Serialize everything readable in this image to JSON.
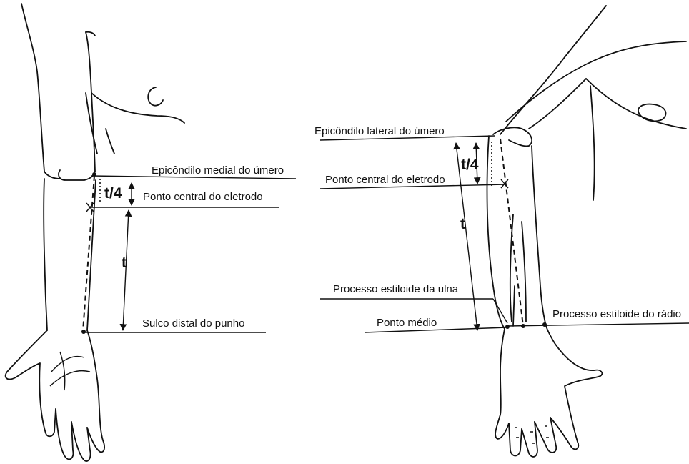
{
  "left_figure": {
    "labels": {
      "medial_epicondyle": "Epicôndilo medial do úmero",
      "electrode_center": "Ponto central do eletrodo",
      "wrist_crease": "Sulco distal do punho",
      "quarter_length": "t/4",
      "length": "t"
    }
  },
  "right_figure": {
    "labels": {
      "lateral_epicondyle": "Epicôndilo lateral do úmero",
      "electrode_center": "Ponto central do eletrodo",
      "ulna_styloid": "Processo estiloide da ulna",
      "midpoint": "Ponto médio",
      "radius_styloid": "Processo estiloide do rádio",
      "quarter_length": "t/4",
      "length": "t"
    }
  }
}
